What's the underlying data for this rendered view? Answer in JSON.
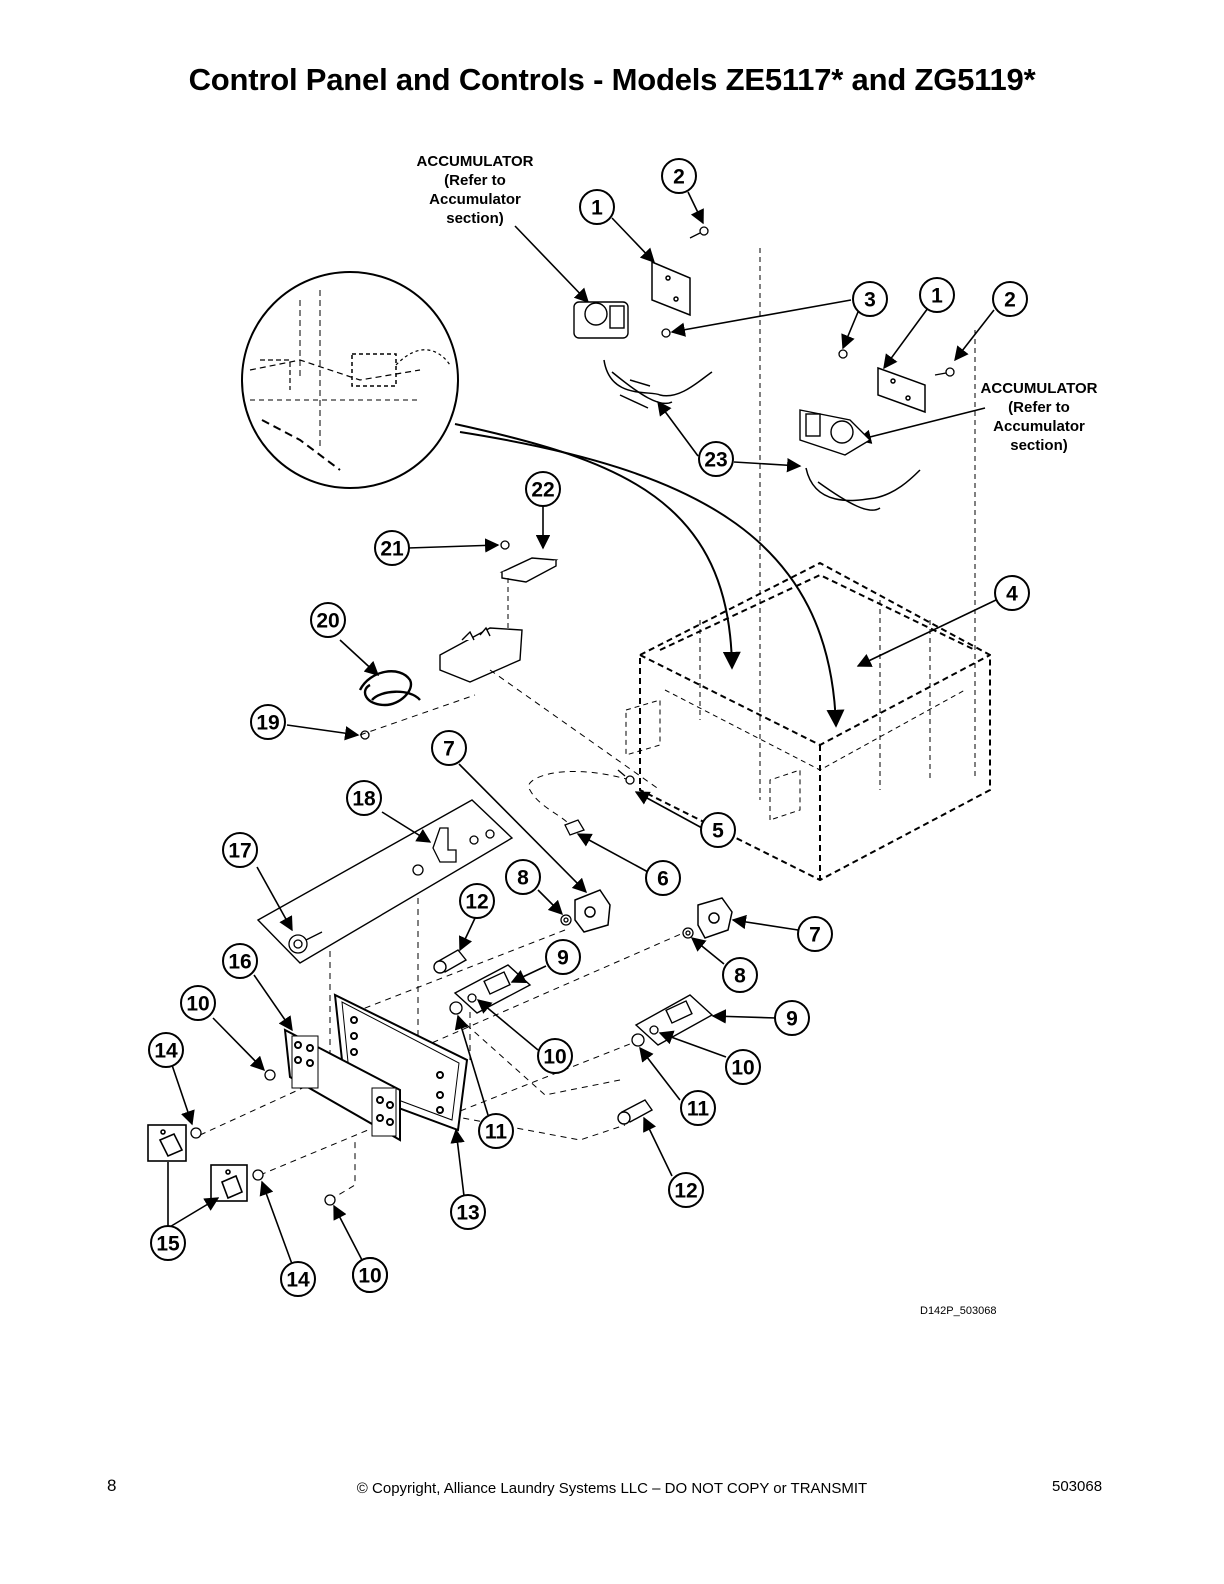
{
  "page": {
    "title": "Control Panel and Controls - Models ZE5117* and ZG5119*",
    "drawing_ref": "D142P_503068",
    "page_number": "8",
    "copyright": "© Copyright, Alliance Laundry Systems LLC – DO NOT COPY or TRANSMIT",
    "doc_number": "503068"
  },
  "callouts": {
    "accumulator_left": [
      "ACCUMULATOR",
      "(Refer to",
      "Accumulator",
      "section)"
    ],
    "accumulator_right": [
      "ACCUMULATOR",
      "(Refer to",
      "Accumulator",
      "section)"
    ]
  },
  "balloons": [
    "2",
    "1",
    "3",
    "1",
    "2",
    "23",
    "22",
    "21",
    "4",
    "20",
    "19",
    "7",
    "5",
    "18",
    "6",
    "17",
    "8",
    "12",
    "7",
    "9",
    "16",
    "8",
    "10",
    "9",
    "10",
    "14",
    "10",
    "11",
    "10",
    "11",
    "13",
    "12",
    "15",
    "14",
    "10"
  ]
}
